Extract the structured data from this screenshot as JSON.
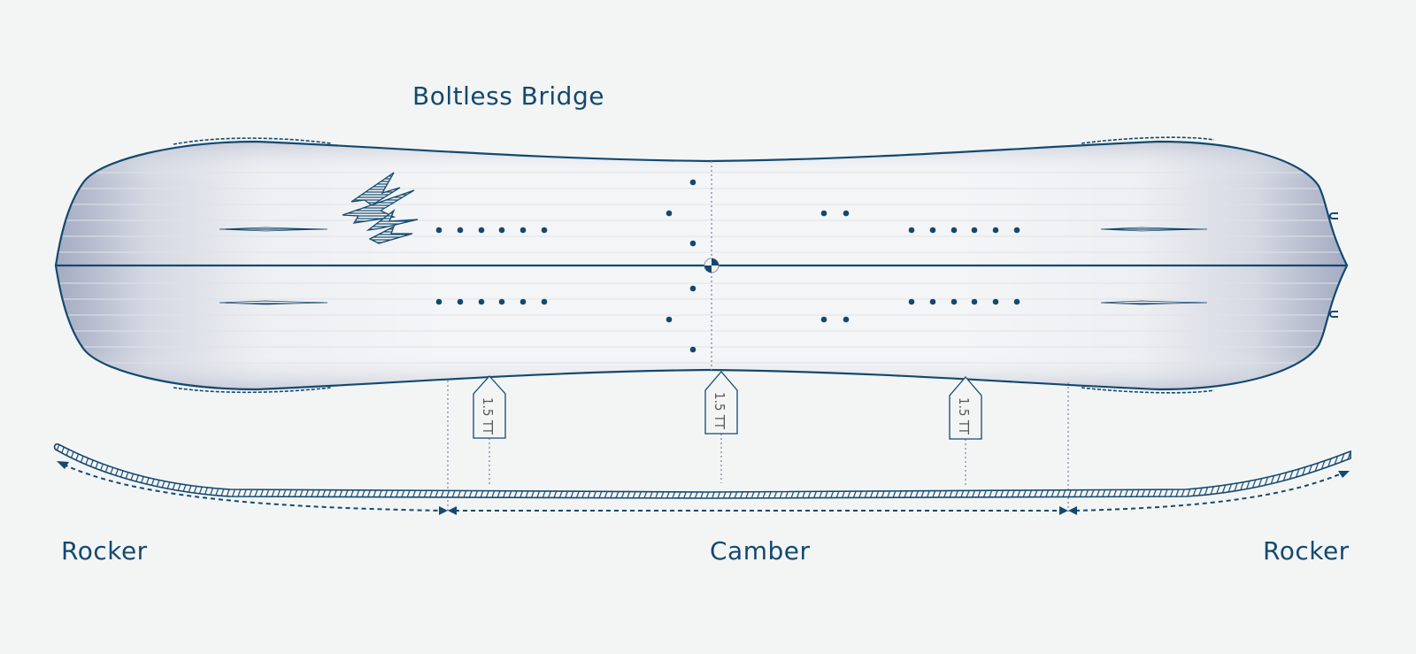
{
  "title": "Boltless Bridge",
  "profile_labels": {
    "left": "Rocker",
    "center": "Camber",
    "right": "Rocker"
  },
  "inserts": {
    "tags": [
      "1.5 TT",
      "1.5 TT",
      "1.5 TT"
    ]
  },
  "icons": {
    "logo": "jagged-lightning-logo-icon",
    "center_mark": "quartered-circle-center-mark-icon"
  },
  "colors": {
    "background": "#f3f5f5",
    "primary": "#14496f",
    "board_fill_light": "#f1f2f4",
    "board_fill_dark": "#8e98b2",
    "guide_line": "#8a8fb0"
  }
}
